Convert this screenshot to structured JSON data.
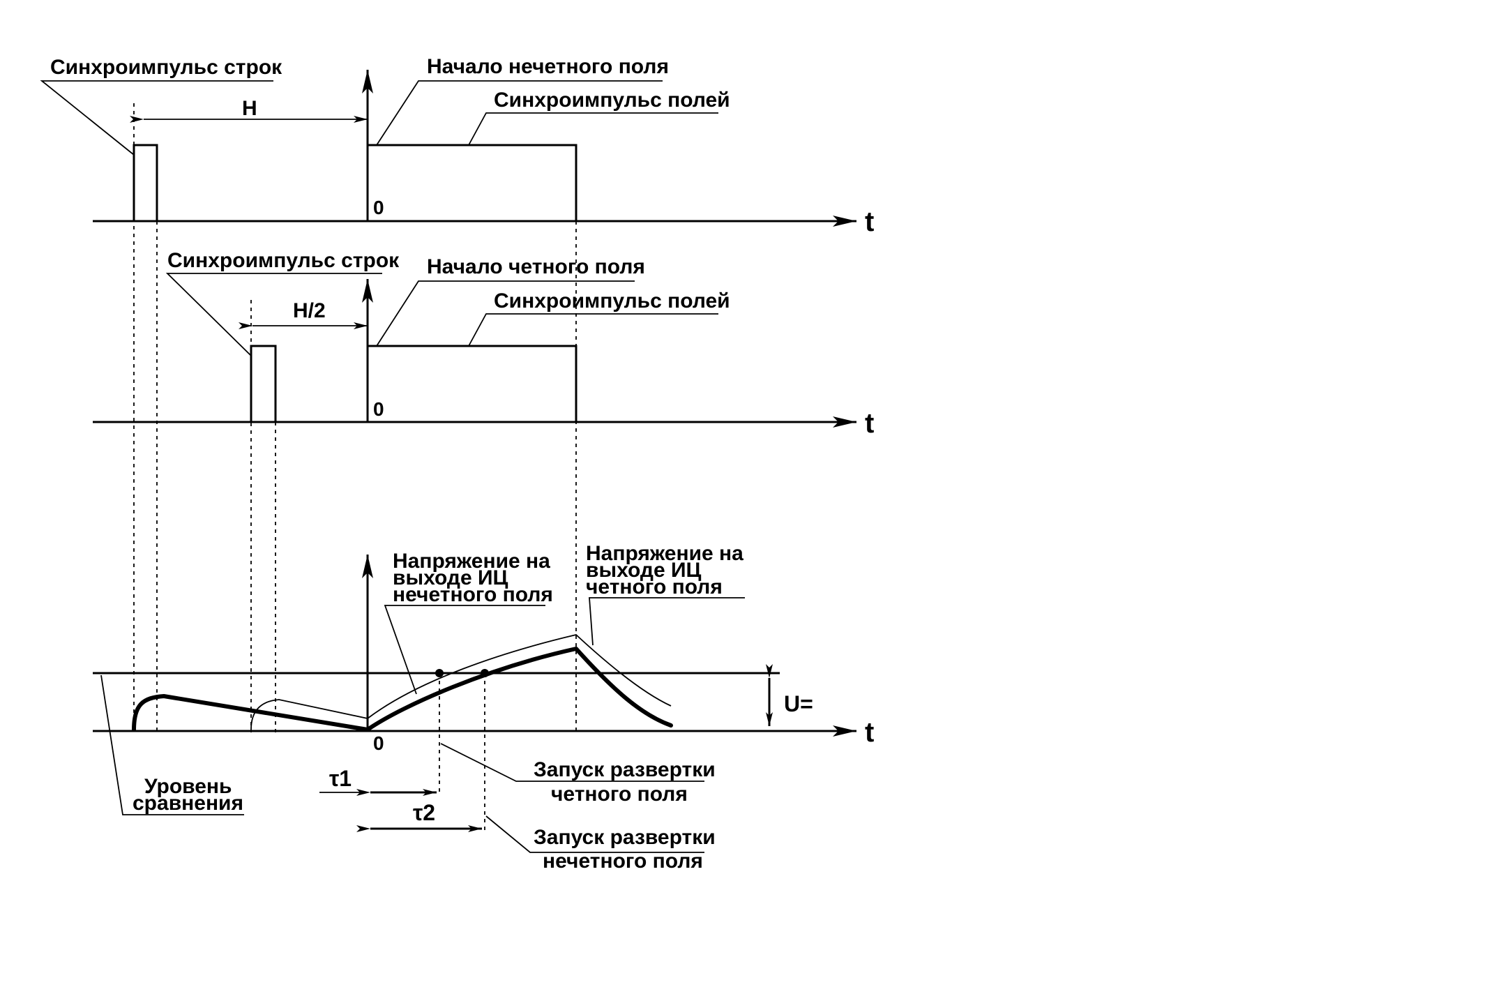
{
  "colors": {
    "ink": "#000000",
    "background": "#ffffff"
  },
  "panel_top": {
    "line_sync_label": "Синхроимпульс строк",
    "interval_label": "H",
    "field_start_label": "Начало нечетного поля",
    "field_sync_label": "Синхроимпульс полей",
    "origin_label": "0",
    "time_axis_label": "t"
  },
  "panel_middle": {
    "line_sync_label": "Синхроимпульс строк",
    "interval_label": "H/2",
    "field_start_label": "Начало четного поля",
    "field_sync_label": "Синхроимпульс полей",
    "origin_label": "0",
    "time_axis_label": "t"
  },
  "panel_bottom": {
    "odd_voltage_label": [
      "Напряжение на",
      "выходе ИЦ",
      "нечетного поля"
    ],
    "even_voltage_label": [
      "Напряжение на",
      "выходе ИЦ",
      "четного поля"
    ],
    "threshold_symbol": "U=",
    "origin_label": "0",
    "time_axis_label": "t",
    "comparison_level_label": [
      "Уровень",
      "сравнения"
    ],
    "tau1_label": "τ1",
    "tau2_label": "τ2",
    "even_sweep_label": [
      "Запуск развертки",
      "четного поля"
    ],
    "odd_sweep_label": [
      "Запуск развертки",
      "нечетного поля"
    ]
  }
}
